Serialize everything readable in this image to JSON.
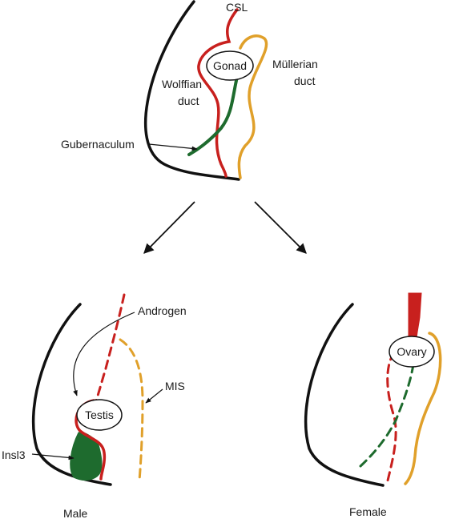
{
  "colors": {
    "outline": "#111111",
    "wolffian": "#c8201e",
    "mullerian": "#e0a02a",
    "gubernaculum": "#1e6b2e",
    "background": "#ffffff"
  },
  "top_panel": {
    "csl": "CSL",
    "gonad": "Gonad",
    "mullerian_line1": "Müllerian",
    "mullerian_line2": "duct",
    "wolffian_line1": "Wolffian",
    "wolffian_line2": "duct",
    "gubernaculum": "Gubernaculum"
  },
  "male_panel": {
    "androgen": "Androgen",
    "mis": "MIS",
    "testis": "Testis",
    "insl3": "Insl3",
    "caption": "Male"
  },
  "female_panel": {
    "ovary": "Ovary",
    "caption": "Female"
  }
}
